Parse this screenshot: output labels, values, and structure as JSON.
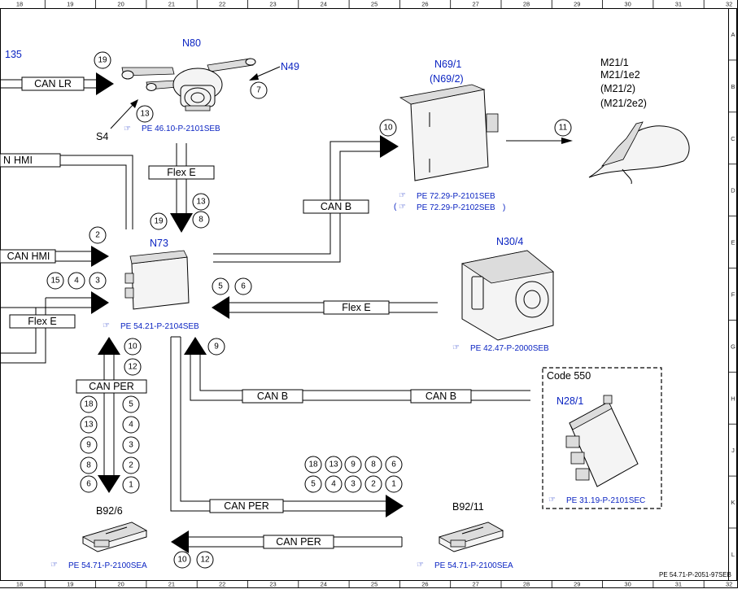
{
  "ruler": {
    "columns": [
      "18",
      "19",
      "20",
      "21",
      "22",
      "23",
      "24",
      "25",
      "26",
      "27",
      "28",
      "29",
      "30",
      "31",
      "32"
    ],
    "rows": [
      "A",
      "B",
      "C",
      "D",
      "E",
      "F",
      "G",
      "H",
      "J",
      "K",
      "L"
    ]
  },
  "components": {
    "n80": {
      "label": "N80"
    },
    "n49": {
      "label": "N49"
    },
    "s4": {
      "label": "S4"
    },
    "n80_ref": {
      "text": "PE 46.10-P-2101SEB"
    },
    "n73": {
      "label": "N73",
      "ref": "PE 54.21-P-2104SEB"
    },
    "n69": {
      "label": "N69/1",
      "label_alt": "(N69/2)",
      "ref1": "PE 72.29-P-2101SEB",
      "ref2": "PE 72.29-P-2102SEB",
      "ref2_open": "(",
      "ref2_close": ")"
    },
    "m21": {
      "l1": "M21/1",
      "l2": "M21/1e2",
      "l3": "(M21/2)",
      "l4": "(M21/2e2)"
    },
    "n30": {
      "label": "N30/4",
      "ref": "PE 42.47-P-2000SEB"
    },
    "n28": {
      "code": "Code 550",
      "label": "N28/1",
      "ref": "PE 31.19-P-2101SEC"
    },
    "b92_6": {
      "label": "B92/6",
      "ref": "PE 54.71-P-2100SEA"
    },
    "b92_11": {
      "label": "B92/11",
      "ref": "PE 54.71-P-2100SEA"
    },
    "offpage": {
      "left135": "135"
    },
    "footer": {
      "doc": "PE 54.71-P-2051-97SEB"
    }
  },
  "buses": {
    "can_lr": "CAN LR",
    "hmi_top": "HMI",
    "hmi_top_prefix": "N",
    "flex_e_top": "Flex E",
    "can_b_top": "CAN B",
    "can_hmi": "CAN HMI",
    "flex_e_left": "Flex E",
    "flex_e_right": "Flex E",
    "can_b_mid1": "CAN B",
    "can_b_mid2": "CAN B",
    "can_per_left": "CAN PER",
    "can_per_bottom": "CAN PER",
    "can_per_return": "CAN PER"
  },
  "numbers": {
    "c19a": "19",
    "c13a": "13",
    "c7": "7",
    "c10a": "10",
    "c11": "11",
    "c13b": "13",
    "c8a": "8",
    "c19b": "19",
    "c2a": "2",
    "c15": "15",
    "c4a": "4",
    "c3a": "3",
    "c5a": "5",
    "c6a": "6",
    "c9a": "9",
    "c10b": "10",
    "c12a": "12",
    "l18": "18",
    "l13": "13",
    "l9": "9",
    "l8": "8",
    "l6": "6",
    "r5": "5",
    "r4": "4",
    "r3": "3",
    "r2": "2",
    "r1": "1",
    "t18": "18",
    "t13": "13",
    "t9": "9",
    "t8": "8",
    "t6": "6",
    "b5": "5",
    "b4": "4",
    "b3": "3",
    "b2": "2",
    "b1": "1",
    "c10c": "10",
    "c12b": "12"
  },
  "icons": {
    "ref": "pointing-hand-icon",
    "arrow": "filled-arrowhead"
  }
}
